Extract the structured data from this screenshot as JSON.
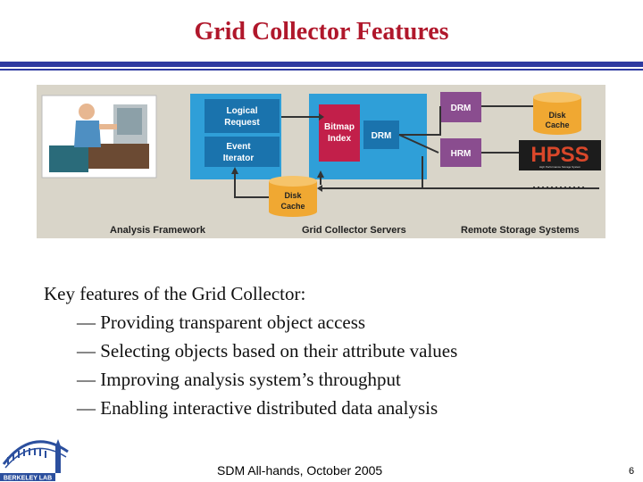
{
  "slide": {
    "title": "Grid Collector Features",
    "footer": "SDM All-hands, October 2005",
    "page_number": "6"
  },
  "diagram": {
    "boxes": {
      "logical_request": "Logical Request",
      "event_iterator": "Event Iterator",
      "bitmap_index": "Bitmap Index",
      "drm_center": "DRM",
      "drm_top": "DRM",
      "hrm": "HRM",
      "disk_cache_bottom": "Disk Cache",
      "disk_cache_top": "Disk Cache",
      "hpss": "HPSS",
      "hpss_sub": "High Performance Storage System"
    },
    "sections": {
      "analysis": "Analysis Framework",
      "servers": "Grid Collector Servers",
      "remote": "Remote Storage Systems"
    },
    "colors": {
      "background": "#d9d5c9",
      "blue": "#2f9fd8",
      "dark_blue": "#1a73ad",
      "red": "#c21f4a",
      "purple": "#8a4d8f",
      "gold": "#f0a832"
    }
  },
  "content": {
    "heading": "Key features of the Grid Collector:",
    "bullets": [
      "— Providing transparent object access",
      "— Selecting objects based on their attribute values",
      "— Improving analysis system’s throughput",
      "— Enabling interactive distributed data analysis"
    ]
  },
  "logo": {
    "text": "BERKELEY LAB"
  }
}
